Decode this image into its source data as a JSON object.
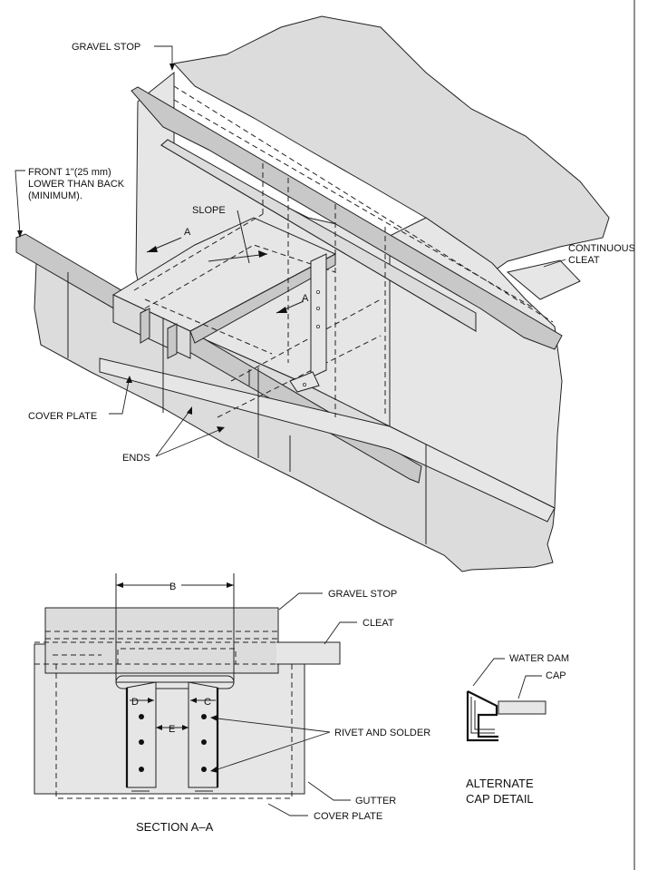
{
  "labels": {
    "gravel_stop_top": "GRAVEL STOP",
    "front_note_1": "FRONT 1\"(25 mm)",
    "front_note_2": "LOWER THAN BACK",
    "front_note_3": "(MINIMUM).",
    "slope": "SLOPE",
    "section_a": "A",
    "continuous_1": "CONTINUOUS",
    "continuous_2": "CLEAT",
    "cover_plate_top": "COVER PLATE",
    "ends": "ENDS",
    "dim_b": "B",
    "dim_c": "C",
    "dim_d": "D",
    "dim_e": "E",
    "gravel_stop_section": "GRAVEL STOP",
    "cleat": "CLEAT",
    "rivet_solder": "RIVET AND SOLDER",
    "gutter": "GUTTER",
    "cover_plate_section": "COVER PLATE",
    "section_title": "SECTION A–A",
    "water_dam": "WATER DAM",
    "cap": "CAP",
    "alternate_1": "ALTERNATE",
    "alternate_2": "CAP DETAIL"
  }
}
